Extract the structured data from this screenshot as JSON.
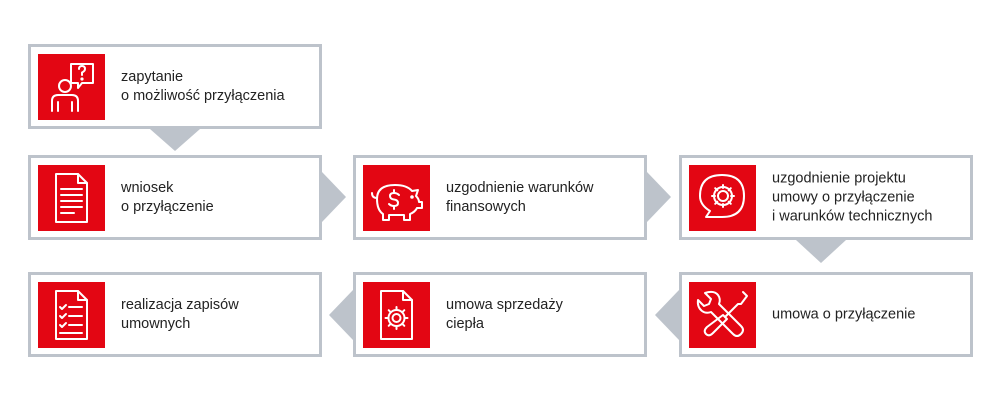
{
  "colors": {
    "accent": "#e30613",
    "border": "#bdc3cb",
    "text": "#222222"
  },
  "steps": [
    {
      "icon": "question-person-icon",
      "lines": [
        "zapytanie",
        "o możliwość przyłączenia"
      ]
    },
    {
      "icon": "document-icon",
      "lines": [
        "wniosek",
        "o przyłączenie"
      ]
    },
    {
      "icon": "piggy-bank-icon",
      "lines": [
        "uzgodnienie warunków",
        "finansowych"
      ]
    },
    {
      "icon": "gear-speech-icon",
      "lines": [
        "uzgodnienie projektu",
        "umowy o przyłączenie",
        "i warunków technicznych"
      ]
    },
    {
      "icon": "wrench-screwdriver-icon",
      "lines": [
        "umowa o przyłączenie"
      ]
    },
    {
      "icon": "gear-document-icon",
      "lines": [
        "umowa sprzedaży",
        "ciepła"
      ]
    },
    {
      "icon": "checklist-icon",
      "lines": [
        "realizacja zapisów",
        "umownych"
      ]
    }
  ]
}
